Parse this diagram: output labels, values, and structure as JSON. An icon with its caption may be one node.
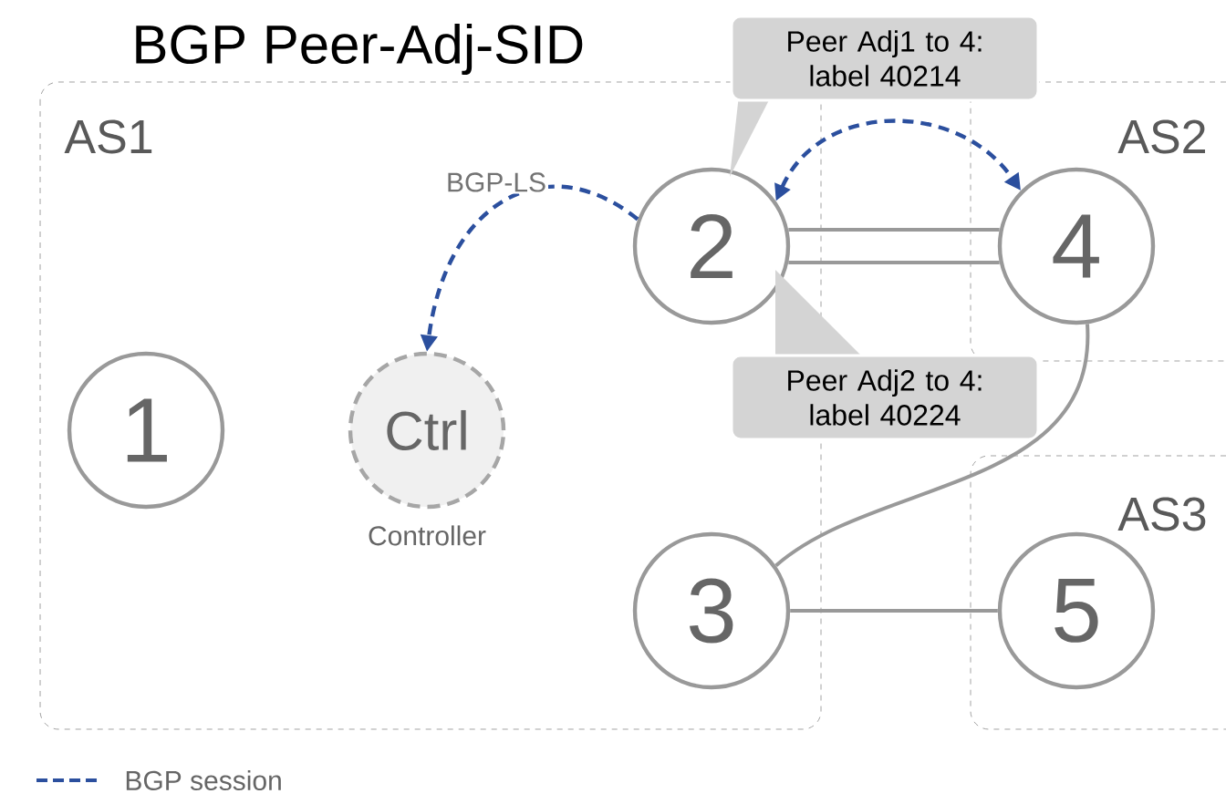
{
  "diagram": {
    "title": "BGP Peer-Adj-SID",
    "nodes": [
      {
        "text": [
          "AS1"
        ]
      },
      {
        "text": [
          "AS2"
        ]
      },
      {
        "text": [
          "AS3"
        ]
      },
      {
        "text": [
          "1"
        ],
        "in": 0
      },
      {
        "text": [
          "Ctrl"
        ],
        "in": 0,
        "beside": [
          "Controller"
        ]
      },
      {
        "text": [
          "2"
        ],
        "in": 0
      },
      {
        "text": [
          "3"
        ],
        "in": 0
      },
      {
        "text": [
          "4"
        ],
        "in": 1
      },
      {
        "text": [
          "5"
        ],
        "in": 2
      },
      {
        "text": [
          "Peer Adj1 to 4:",
          "label 40214"
        ]
      },
      {
        "text": [
          "Peer Adj2 to 4:",
          "label 40224"
        ]
      }
    ],
    "edges": [
      {
        "from": 5,
        "to": 4,
        "arrow": "to",
        "style": "dashed",
        "color": "#2b4f9e",
        "label": "BGP-LS"
      },
      {
        "from": 5,
        "to": 7,
        "arrow": "both",
        "style": "dashed",
        "color": "#2b4f9e"
      },
      {
        "from": 5,
        "to": 7,
        "arrow": "none"
      },
      {
        "from": 5,
        "to": 7,
        "arrow": "none"
      },
      {
        "from": 7,
        "to": 6,
        "arrow": "none"
      },
      {
        "from": 6,
        "to": 8,
        "arrow": "none"
      }
    ],
    "legend": [
      {
        "text": "BGP session"
      }
    ]
  }
}
